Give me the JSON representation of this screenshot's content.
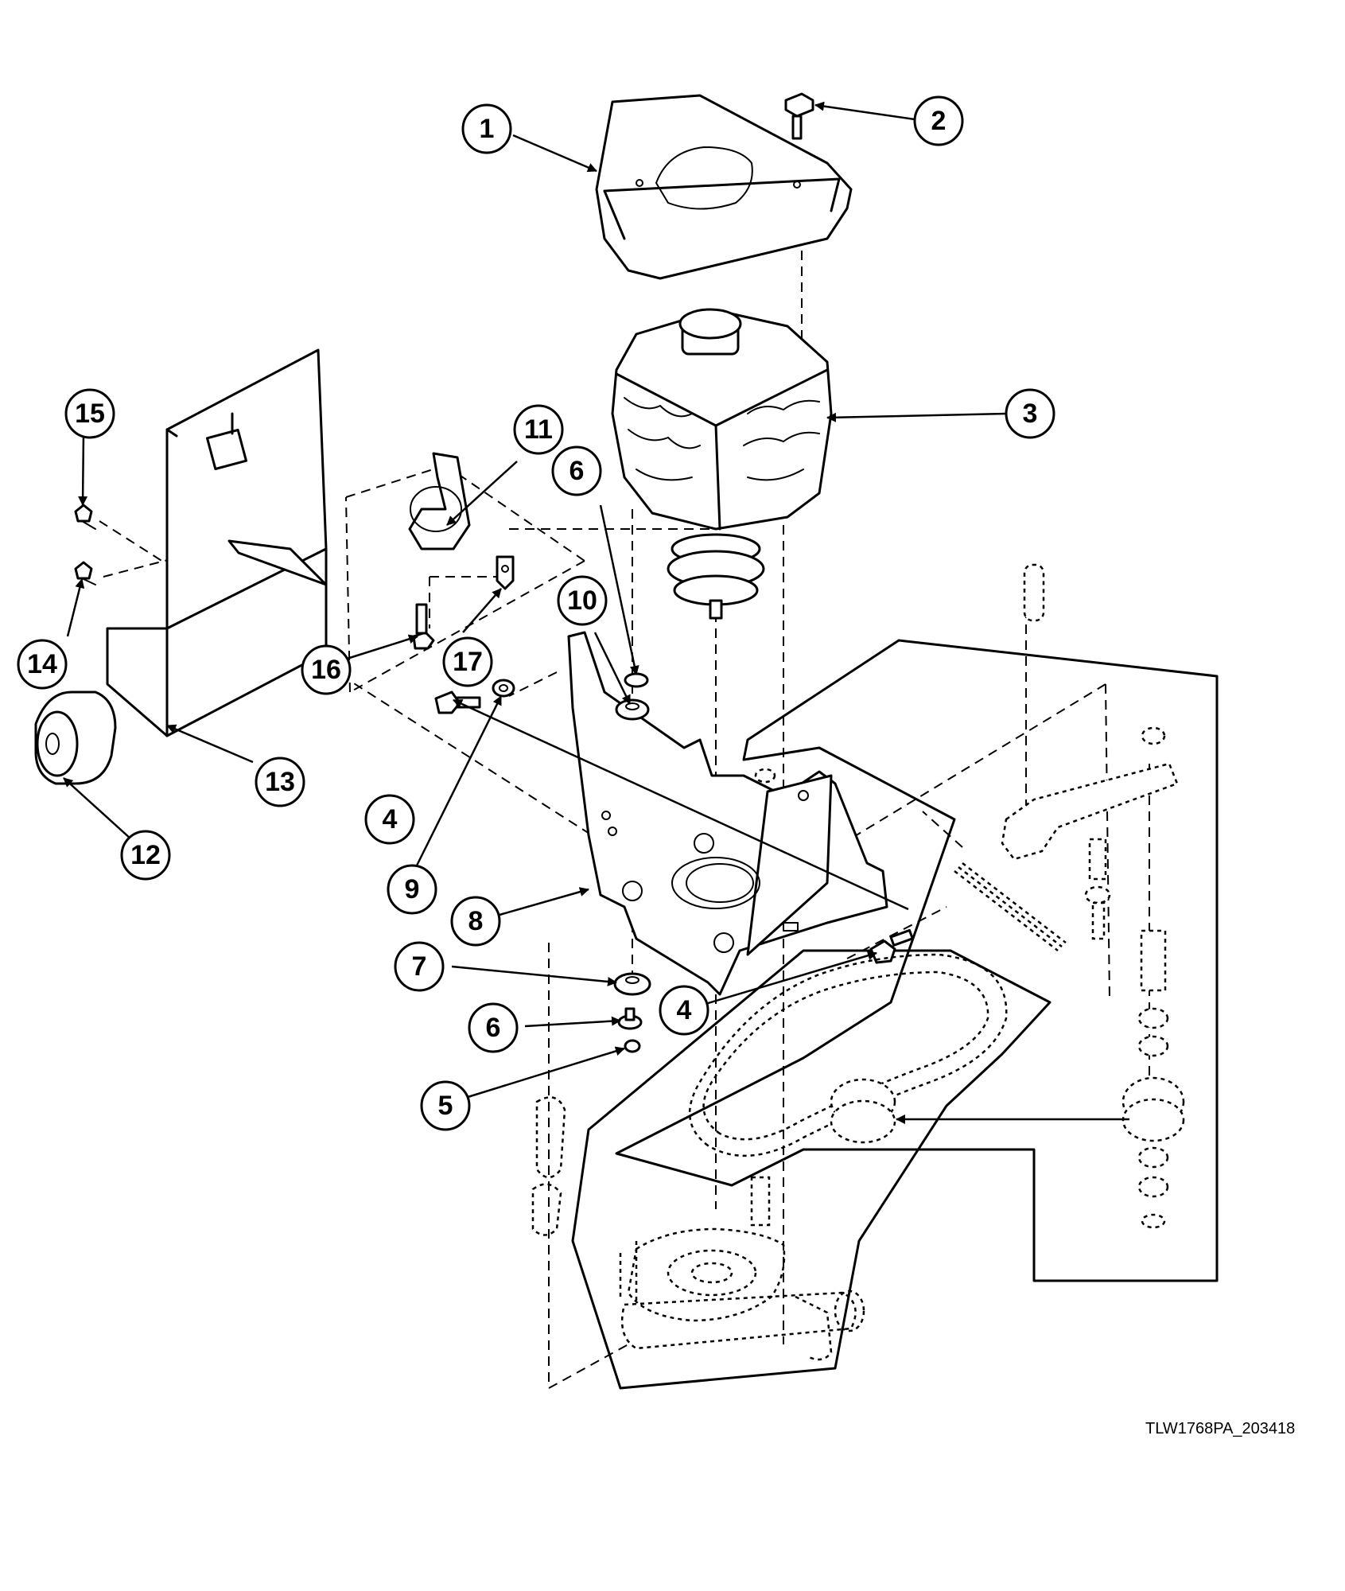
{
  "callouts": [
    {
      "id": "c1",
      "label": "1"
    },
    {
      "id": "c2",
      "label": "2"
    },
    {
      "id": "c3",
      "label": "3"
    },
    {
      "id": "c4a",
      "label": "4"
    },
    {
      "id": "c4b",
      "label": "4"
    },
    {
      "id": "c5",
      "label": "5"
    },
    {
      "id": "c6a",
      "label": "6"
    },
    {
      "id": "c6b",
      "label": "6"
    },
    {
      "id": "c7",
      "label": "7"
    },
    {
      "id": "c8",
      "label": "8"
    },
    {
      "id": "c9",
      "label": "9"
    },
    {
      "id": "c10",
      "label": "10"
    },
    {
      "id": "c11",
      "label": "11"
    },
    {
      "id": "c12",
      "label": "12"
    },
    {
      "id": "c13",
      "label": "13"
    },
    {
      "id": "c14",
      "label": "14"
    },
    {
      "id": "c15",
      "label": "15"
    },
    {
      "id": "c16",
      "label": "16"
    },
    {
      "id": "c17",
      "label": "17"
    }
  ],
  "drawing_code": "TLW1768PA_203418"
}
